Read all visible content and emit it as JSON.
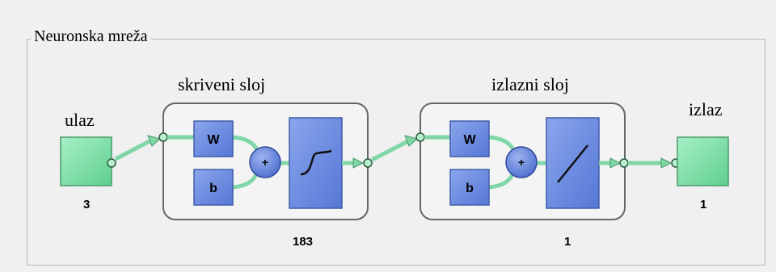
{
  "panel": {
    "title": "Neuronska mreža"
  },
  "input": {
    "label": "ulaz",
    "size": "3"
  },
  "hidden_layer": {
    "label": "skriveni sloj",
    "weight_label": "W",
    "bias_label": "b",
    "sum_symbol": "+",
    "size": "183",
    "transfer_icon": "tansig-sigmoid-icon"
  },
  "output_layer": {
    "label": "izlazni sloj",
    "weight_label": "W",
    "bias_label": "b",
    "sum_symbol": "+",
    "size": "1",
    "transfer_icon": "purelin-linear-icon"
  },
  "output": {
    "label": "izlaz",
    "size": "1"
  },
  "colors": {
    "io_block": "#7fe0a8",
    "layer_block": "#6f8fe0",
    "connection": "#7fd6a6"
  }
}
